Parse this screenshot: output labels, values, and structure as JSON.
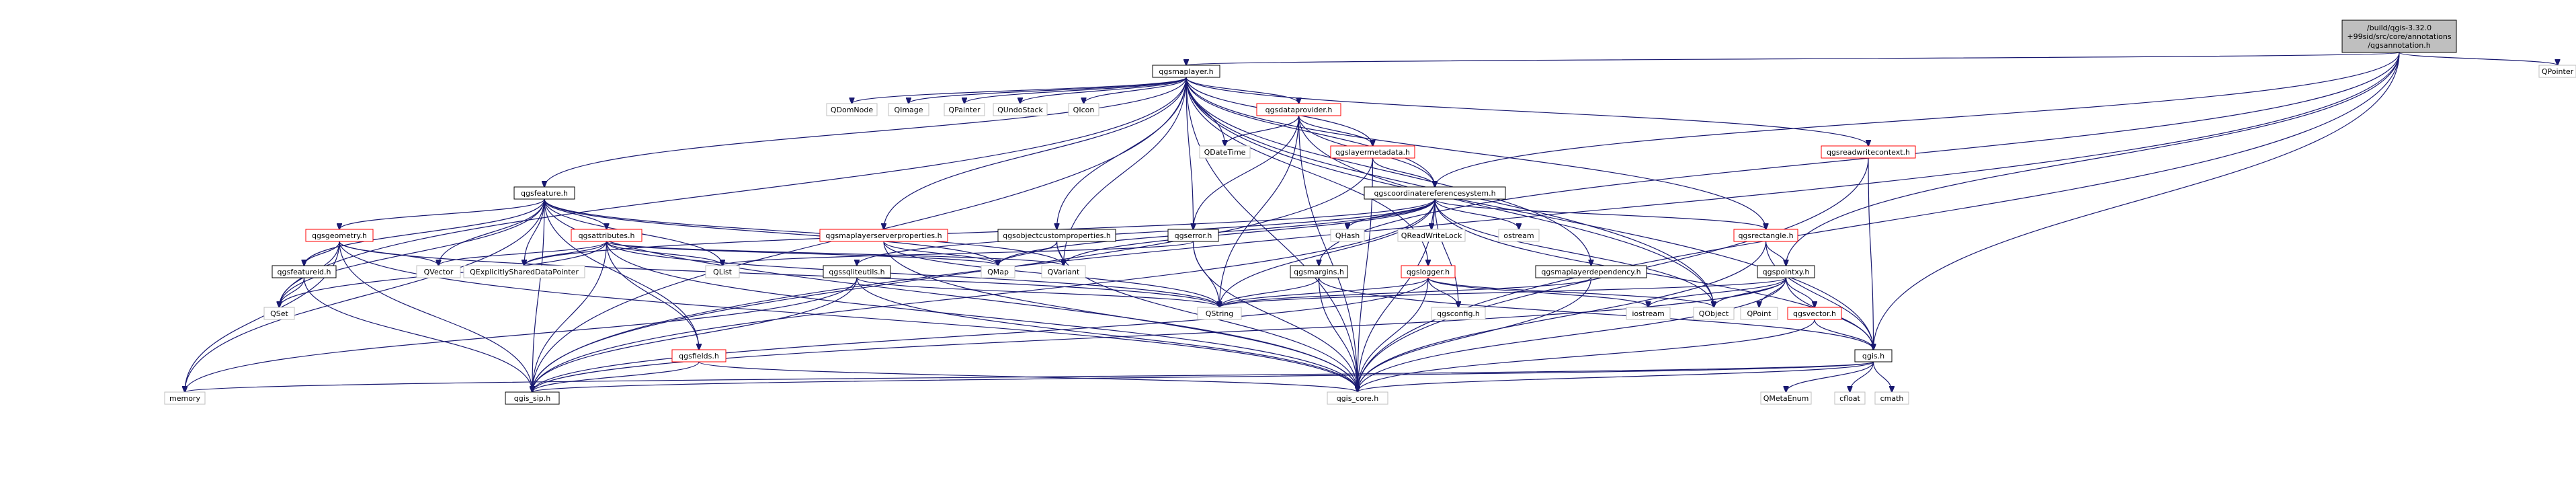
{
  "colors": {
    "edge_normal": "#191970",
    "edge_uses": "#2e2e8f",
    "node_border_default": "#bfbfbf",
    "node_border_linked": "#000000",
    "node_border_red": "#ff0000",
    "node_fill_root": "#bfbfbf",
    "node_fill": "#ffffff",
    "text": "#000000"
  },
  "nodes": [
    {
      "id": "root",
      "label": "/build/qgis-3.32.0\n+99sid/src/core/annotations\n/qgsannotation.h",
      "style": "root"
    },
    {
      "id": "qgsmaplayer",
      "label": "qgsmaplayer.h",
      "style": "linked"
    },
    {
      "id": "QPointer",
      "label": "QPointer",
      "style": "plain"
    },
    {
      "id": "qgsfeature",
      "label": "qgsfeature.h",
      "style": "linked"
    },
    {
      "id": "QSet",
      "label": "QSet",
      "style": "plain"
    },
    {
      "id": "qgsgeometry",
      "label": "qgsgeometry.h",
      "style": "red"
    },
    {
      "id": "qgsattributes",
      "label": "qgsattributes.h",
      "style": "red"
    },
    {
      "id": "qgsfeatureid",
      "label": "qgsfeatureid.h",
      "style": "linked"
    },
    {
      "id": "QVector",
      "label": "QVector",
      "style": "plain"
    },
    {
      "id": "QExplicitlySharedDataPointer",
      "label": "QExplicitlySharedDataPointer",
      "style": "plain"
    },
    {
      "id": "QList",
      "label": "QList",
      "style": "plain"
    },
    {
      "id": "memory",
      "label": "memory",
      "style": "plain"
    },
    {
      "id": "qgs_sip",
      "label": "qgis_sip.h",
      "style": "linked"
    },
    {
      "id": "qgis_core",
      "label": "qgis_core.h",
      "style": "plain"
    },
    {
      "id": "qgsfields",
      "label": "qgsfields.h",
      "style": "red"
    },
    {
      "id": "QString",
      "label": "QString",
      "style": "plain"
    },
    {
      "id": "QMap",
      "label": "QMap",
      "style": "plain"
    },
    {
      "id": "QVariant",
      "label": "QVariant",
      "style": "plain"
    },
    {
      "id": "qgsmaplayerserverproperties",
      "label": "qgsmaplayerserverproperties.h",
      "style": "red"
    },
    {
      "id": "qgsobjectcustomproperties",
      "label": "qgsobjectcustomproperties.h",
      "style": "linked"
    },
    {
      "id": "qgserror",
      "label": "qgserror.h",
      "style": "linked"
    },
    {
      "id": "qgssqliteutils",
      "label": "qgssqliteutils.h",
      "style": "linked"
    },
    {
      "id": "QDomNode",
      "label": "QDomNode",
      "style": "plain"
    },
    {
      "id": "QImage",
      "label": "QImage",
      "style": "plain"
    },
    {
      "id": "QPainter",
      "label": "QPainter",
      "style": "plain"
    },
    {
      "id": "QUndoStack",
      "label": "QUndoStack",
      "style": "plain"
    },
    {
      "id": "QIcon",
      "label": "QIcon",
      "style": "plain"
    },
    {
      "id": "qgsdataprovider",
      "label": "qgsdataprovider.h",
      "style": "red"
    },
    {
      "id": "QDateTime",
      "label": "QDateTime",
      "style": "plain"
    },
    {
      "id": "qgslayermetadata",
      "label": "qgslayermetadata.h",
      "style": "red"
    },
    {
      "id": "qgscoordinatereferencesystem",
      "label": "qgscoordinatereferencesystem.h",
      "style": "linked"
    },
    {
      "id": "QHash",
      "label": "QHash",
      "style": "plain"
    },
    {
      "id": "QReadWriteLock",
      "label": "QReadWriteLock",
      "style": "plain"
    },
    {
      "id": "ostream",
      "label": "ostream",
      "style": "plain"
    },
    {
      "id": "qgsmargins",
      "label": "qgsmargins.h",
      "style": "linked"
    },
    {
      "id": "qgslogger",
      "label": "qgslogger.h",
      "style": "red"
    },
    {
      "id": "qgsconfig",
      "label": "qgsconfig.h",
      "style": "plain"
    },
    {
      "id": "iostream",
      "label": "iostream",
      "style": "plain"
    },
    {
      "id": "qgsmaplayerdependency",
      "label": "qgsmaplayerdependency.h",
      "style": "linked"
    },
    {
      "id": "QObject",
      "label": "QObject",
      "style": "plain"
    },
    {
      "id": "qgsrectangle",
      "label": "qgsrectangle.h",
      "style": "red"
    },
    {
      "id": "qgspointxy",
      "label": "qgspointxy.h",
      "style": "linked"
    },
    {
      "id": "QPoint",
      "label": "QPoint",
      "style": "plain"
    },
    {
      "id": "qgsvector",
      "label": "qgsvector.h",
      "style": "red"
    },
    {
      "id": "qgis",
      "label": "qgis.h",
      "style": "linked"
    },
    {
      "id": "QMetaEnum",
      "label": "QMetaEnum",
      "style": "plain"
    },
    {
      "id": "cfloat",
      "label": "cfloat",
      "style": "plain"
    },
    {
      "id": "cmath",
      "label": "cmath",
      "style": "plain"
    },
    {
      "id": "qgsreadwritecontext",
      "label": "qgsreadwritecontext.h",
      "style": "red"
    },
    {
      "id": "QMetaEnum2",
      "label": "QMetaEnum",
      "style": "hidden"
    }
  ],
  "edges": [
    [
      "root",
      "qgsmaplayer"
    ],
    [
      "root",
      "QPointer"
    ],
    [
      "root",
      "qgscoordinatereferencesystem"
    ],
    [
      "root",
      "qgspointxy"
    ],
    [
      "root",
      "qgis"
    ],
    [
      "root",
      "qgis_core"
    ],
    [
      "root",
      "qgsmargins"
    ],
    [
      "root",
      "qgs_sip"
    ],
    [
      "qgsmaplayer",
      "qgsfeature"
    ],
    [
      "qgsmaplayer",
      "QSet"
    ],
    [
      "qgsmaplayer",
      "qgsmaplayerserverproperties"
    ],
    [
      "qgsmaplayer",
      "qgsobjectcustomproperties"
    ],
    [
      "qgsmaplayer",
      "qgserror"
    ],
    [
      "qgsmaplayer",
      "QDomNode"
    ],
    [
      "qgsmaplayer",
      "QImage"
    ],
    [
      "qgsmaplayer",
      "QPainter"
    ],
    [
      "qgsmaplayer",
      "QUndoStack"
    ],
    [
      "qgsmaplayer",
      "QIcon"
    ],
    [
      "qgsmaplayer",
      "qgsdataprovider"
    ],
    [
      "qgsmaplayer",
      "QDateTime"
    ],
    [
      "qgsmaplayer",
      "qgslayermetadata"
    ],
    [
      "qgsmaplayer",
      "qgscoordinatereferencesystem"
    ],
    [
      "qgsmaplayer",
      "qgsmaplayerdependency"
    ],
    [
      "qgsmaplayer",
      "qgsrectangle"
    ],
    [
      "qgsmaplayer",
      "qgsreadwritecontext"
    ],
    [
      "qgsmaplayer",
      "qgis"
    ],
    [
      "qgsmaplayer",
      "qgis_core"
    ],
    [
      "qgsmaplayer",
      "qgs_sip"
    ],
    [
      "qgsmaplayer",
      "QVariant"
    ],
    [
      "qgsmaplayer",
      "QObject"
    ],
    [
      "qgsmaplayer",
      "qgslogger"
    ],
    [
      "qgsfeature",
      "qgsgeometry"
    ],
    [
      "qgsfeature",
      "qgsattributes"
    ],
    [
      "qgsfeature",
      "qgsfeatureid"
    ],
    [
      "qgsfeature",
      "QVector"
    ],
    [
      "qgsfeature",
      "QExplicitlySharedDataPointer"
    ],
    [
      "qgsfeature",
      "QList"
    ],
    [
      "qgsfeature",
      "memory"
    ],
    [
      "qgsfeature",
      "QSet"
    ],
    [
      "qgsfeature",
      "QMap"
    ],
    [
      "qgsfeature",
      "QVariant"
    ],
    [
      "qgsfeature",
      "qgsfields"
    ],
    [
      "qgsfeature",
      "qgis_core"
    ],
    [
      "qgsfeature",
      "qgs_sip"
    ],
    [
      "qgsgeometry",
      "QSet"
    ],
    [
      "qgsgeometry",
      "QVector"
    ],
    [
      "qgsgeometry",
      "memory"
    ],
    [
      "qgsgeometry",
      "qgsfeatureid"
    ],
    [
      "qgsgeometry",
      "qgs_sip"
    ],
    [
      "qgsgeometry",
      "qgis_core"
    ],
    [
      "qgsgeometry",
      "QString"
    ],
    [
      "qgsattributes",
      "QMap"
    ],
    [
      "qgsattributes",
      "QString"
    ],
    [
      "qgsattributes",
      "QVariant"
    ],
    [
      "qgsattributes",
      "QList"
    ],
    [
      "qgsattributes",
      "QVector"
    ],
    [
      "qgsattributes",
      "QExplicitlySharedDataPointer"
    ],
    [
      "qgsattributes",
      "QSet"
    ],
    [
      "qgsattributes",
      "qgsfields"
    ],
    [
      "qgsattributes",
      "qgs_sip"
    ],
    [
      "qgsattributes",
      "qgis_core"
    ],
    [
      "qgsfeatureid",
      "QSet"
    ],
    [
      "qgsfeatureid",
      "qgs_sip"
    ],
    [
      "qgsfields",
      "qgs_sip"
    ],
    [
      "qgsfields",
      "qgis_core"
    ],
    [
      "qgsmaplayerserverproperties",
      "QMap"
    ],
    [
      "qgsmaplayerserverproperties",
      "QString"
    ],
    [
      "qgsmaplayerserverproperties",
      "qgis_core"
    ],
    [
      "qgsobjectcustomproperties",
      "QMap"
    ],
    [
      "qgsobjectcustomproperties",
      "QVariant"
    ],
    [
      "qgsobjectcustomproperties",
      "qgis_core"
    ],
    [
      "qgserror",
      "QString"
    ],
    [
      "qgserror",
      "QList"
    ],
    [
      "qgserror",
      "qgis_core"
    ],
    [
      "qgssqliteutils",
      "QString"
    ],
    [
      "qgssqliteutils",
      "qgis_core"
    ],
    [
      "qgssqliteutils",
      "qgs_sip"
    ],
    [
      "qgssqliteutils",
      "memory"
    ],
    [
      "qgsdataprovider",
      "QDateTime"
    ],
    [
      "qgsdataprovider",
      "qgslayermetadata"
    ],
    [
      "qgsdataprovider",
      "qgserror"
    ],
    [
      "qgsdataprovider",
      "QString"
    ],
    [
      "qgsdataprovider",
      "qgis_core"
    ],
    [
      "qgsdataprovider",
      "QObject"
    ],
    [
      "qgsdataprovider",
      "qgscoordinatereferencesystem"
    ],
    [
      "qgslayermetadata",
      "qgscoordinatereferencesystem"
    ],
    [
      "qgslayermetadata",
      "qgs_sip"
    ],
    [
      "qgslayermetadata",
      "qgis_core"
    ],
    [
      "qgscoordinatereferencesystem",
      "QHash"
    ],
    [
      "qgscoordinatereferencesystem",
      "QReadWriteLock"
    ],
    [
      "qgscoordinatereferencesystem",
      "ostream"
    ],
    [
      "qgscoordinatereferencesystem",
      "qgsrectangle"
    ],
    [
      "qgscoordinatereferencesystem",
      "qgssqliteutils"
    ],
    [
      "qgscoordinatereferencesystem",
      "qgis"
    ],
    [
      "qgscoordinatereferencesystem",
      "qgis_core"
    ],
    [
      "qgscoordinatereferencesystem",
      "qgs_sip"
    ],
    [
      "qgscoordinatereferencesystem",
      "QString"
    ],
    [
      "qgscoordinatereferencesystem",
      "QMap"
    ],
    [
      "qgscoordinatereferencesystem",
      "QVariant"
    ],
    [
      "qgscoordinatereferencesystem",
      "QObject"
    ],
    [
      "qgscoordinatereferencesystem",
      "QExplicitlySharedDataPointer"
    ],
    [
      "qgscoordinatereferencesystem",
      "qgsconfig"
    ],
    [
      "qgsmargins",
      "QString"
    ],
    [
      "qgsmargins",
      "qgis_core"
    ],
    [
      "qgsmargins",
      "qgis"
    ],
    [
      "qgslogger",
      "iostream"
    ],
    [
      "qgslogger",
      "qgsconfig"
    ],
    [
      "qgslogger",
      "QString"
    ],
    [
      "qgslogger",
      "qgis_core"
    ],
    [
      "qgslogger",
      "qgs_sip"
    ],
    [
      "qgslogger",
      "QObject"
    ],
    [
      "qgsmaplayerdependency",
      "QString"
    ],
    [
      "qgsmaplayerdependency",
      "qgis_core"
    ],
    [
      "qgsrectangle",
      "qgspointxy"
    ],
    [
      "qgsrectangle",
      "qgis"
    ],
    [
      "qgsrectangle",
      "qgis_core"
    ],
    [
      "qgspointxy",
      "QString"
    ],
    [
      "qgspointxy",
      "QObject"
    ],
    [
      "qgspointxy",
      "iostream"
    ],
    [
      "qgspointxy",
      "QPoint"
    ],
    [
      "qgspointxy",
      "qgsvector"
    ],
    [
      "qgspointxy",
      "qgis"
    ],
    [
      "qgspointxy",
      "qgis_core"
    ],
    [
      "qgspointxy",
      "qgs_sip"
    ],
    [
      "qgsvector",
      "qgis"
    ],
    [
      "qgsvector",
      "qgis_core"
    ],
    [
      "qgis",
      "QMetaEnum"
    ],
    [
      "qgis",
      "cfloat"
    ],
    [
      "qgis",
      "cmath"
    ],
    [
      "qgis",
      "memory"
    ],
    [
      "qgis",
      "qgis_core"
    ],
    [
      "qgis",
      "qgs_sip"
    ],
    [
      "qgsreadwritecontext",
      "qgis"
    ],
    [
      "qgsreadwritecontext",
      "qgis_core"
    ]
  ]
}
